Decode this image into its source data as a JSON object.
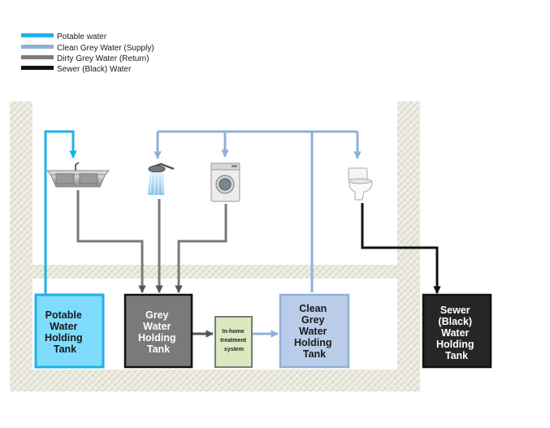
{
  "legend": [
    {
      "label": "Potable water",
      "color": "#1fb2e8"
    },
    {
      "label": "Clean Grey Water (Supply)",
      "color": "#8fb0d9"
    },
    {
      "label": "Dirty Grey Water (Return)",
      "color": "#7a7a7a"
    },
    {
      "label": "Sewer (Black) Water",
      "color": "#111111"
    }
  ],
  "tanks": {
    "potable": {
      "lines": [
        "Potable",
        "Water",
        "Holding",
        "Tank"
      ],
      "fill": "#80dcfc",
      "stroke": "#1fb2e8",
      "text_color": "#1a1a1a"
    },
    "grey": {
      "lines": [
        "Grey",
        "Water",
        "Holding",
        "Tank"
      ],
      "fill": "#7a7a7a",
      "stroke": "#111111",
      "text_color": "#ffffff"
    },
    "treatment": {
      "lines": [
        "In-home",
        "treatment",
        "system"
      ],
      "fill": "#dbe8c0",
      "stroke": "#7a7a7a",
      "text_color": "#222222"
    },
    "clean_grey": {
      "lines": [
        "Clean",
        "Grey",
        "Water",
        "Holding",
        "Tank"
      ],
      "fill": "#b9cde9",
      "stroke": "#8fb0d9",
      "text_color": "#1a1a1a"
    },
    "sewer": {
      "lines": [
        "Sewer",
        "(Black)",
        "Water",
        "Holding",
        "Tank"
      ],
      "fill": "#262626",
      "stroke": "#111111",
      "text_color": "#ffffff"
    }
  },
  "fixtures": {
    "sink": "sink-icon",
    "shower": "shower-icon",
    "washer": "washing-machine-icon",
    "toilet": "toilet-icon"
  },
  "colors": {
    "potable": "#1fb2e8",
    "clean_grey": "#8fb0d9",
    "dirty_grey": "#7a7a7a",
    "sewer": "#111111",
    "ground": "#e9e9de"
  }
}
